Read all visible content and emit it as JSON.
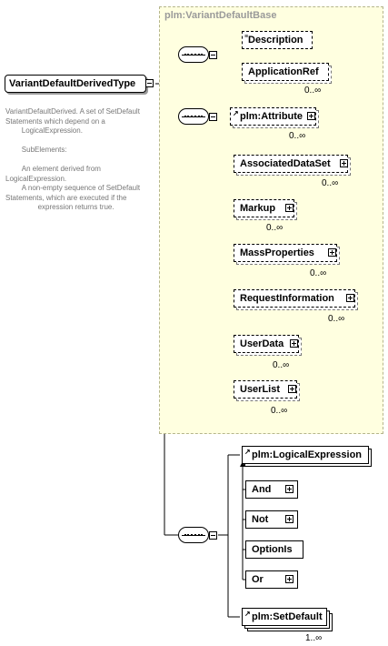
{
  "root": {
    "label": "VariantDefaultDerivedType"
  },
  "documentation": "VariantDefaultDerived. A set of SetDefault Statements which depend on a\n        LogicalExpression.\n\n        SubElements:\n\n        An element derived from LogicalExpression.\n        A non-empty sequence of SetDefault Statements, which are executed if the\n                expression returns true.",
  "base": {
    "title": "plm:VariantDefaultBase",
    "group1": {
      "items": [
        {
          "label": "Description",
          "card": ""
        },
        {
          "label": "ApplicationRef",
          "card": "0..∞"
        }
      ]
    },
    "group2": {
      "items": [
        {
          "label": "plm:Attribute",
          "card": "0..∞"
        },
        {
          "label": "AssociatedDataSet",
          "card": "0..∞"
        },
        {
          "label": "Markup",
          "card": "0..∞"
        },
        {
          "label": "MassProperties",
          "card": "0..∞"
        },
        {
          "label": "RequestInformation",
          "card": "0..∞"
        },
        {
          "label": "UserData",
          "card": "0..∞"
        },
        {
          "label": "UserList",
          "card": "0..∞"
        }
      ]
    }
  },
  "sequence3": {
    "logical": {
      "label": "plm:LogicalExpression"
    },
    "substitutes": [
      {
        "label": "And"
      },
      {
        "label": "Not"
      },
      {
        "label": "OptionIs"
      },
      {
        "label": "Or"
      }
    ],
    "setdefault": {
      "label": "plm:SetDefault",
      "card": "1..∞"
    }
  },
  "colors": {
    "base_fill": "#ffffe0",
    "base_border": "#b5b58c",
    "doc_text": "#777777"
  }
}
